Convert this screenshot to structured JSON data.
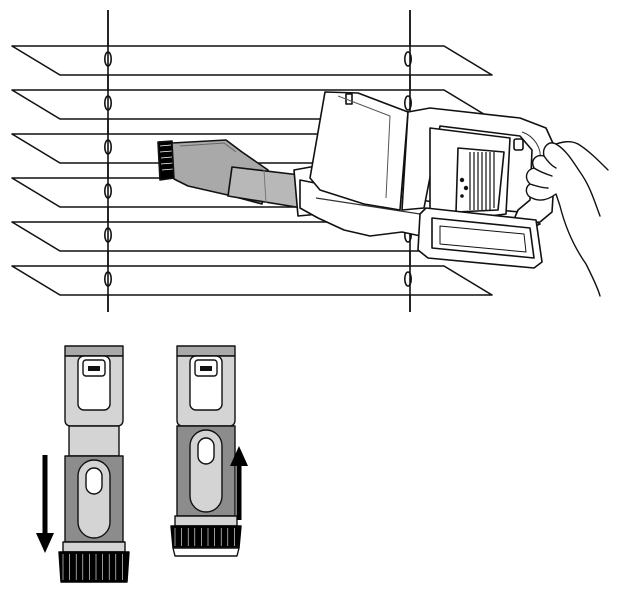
{
  "figure": {
    "top_panel": "vacuum-cleaning-blinds-with-crevice-brush-tool",
    "bottom_left_panel": "brush-extended-downward",
    "bottom_right_panel": "brush-retracted-upward"
  },
  "blinds": {
    "slat_count": 6
  },
  "arrows": {
    "left_direction": "down",
    "right_direction": "up"
  },
  "colors": {
    "line": "#111111",
    "gray_light": "#d4d4d4",
    "gray_mid": "#a9a9a9",
    "gray_dark": "#8c8c8c",
    "bristle": "#000000",
    "background": "#ffffff"
  },
  "icons": {
    "hand": "hand-illustration",
    "arrow_down": "arrow-down-icon",
    "arrow_up": "arrow-up-icon",
    "release_button": "release-button-icon"
  }
}
